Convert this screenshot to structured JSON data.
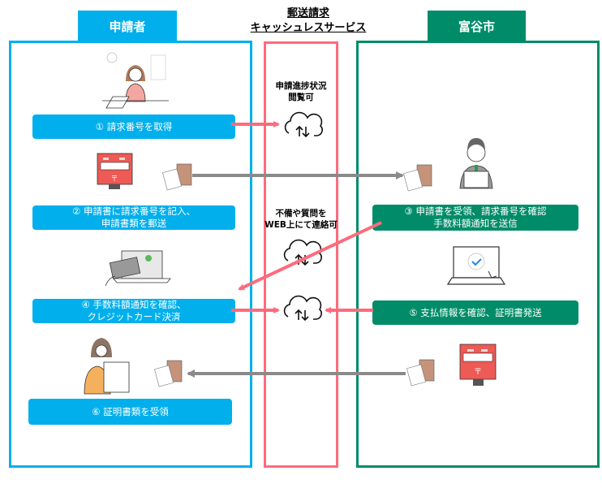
{
  "applicant": {
    "tab_label": "申請者"
  },
  "city": {
    "tab_label": "富谷市"
  },
  "service": {
    "title_line1": "郵送請求",
    "title_line2": "キャッシュレスサービス"
  },
  "notes": {
    "progress_line1": "申請進捗状況",
    "progress_line2": "閲覧可",
    "contact_line1": "不備や質問を",
    "contact_line2": "WEB上にて連絡可"
  },
  "steps": [
    {
      "id": 1,
      "line1": "①  請求番号を取得",
      "line2": ""
    },
    {
      "id": 2,
      "line1": "②  申請書に請求番号を記入、",
      "line2": "申請書類を郵送"
    },
    {
      "id": 3,
      "line1": "③  申請書を受領、請求番号を確認",
      "line2": "手数料額通知を送信"
    },
    {
      "id": 4,
      "line1": "④  手数料額通知を確認、",
      "line2": "クレジットカード決済"
    },
    {
      "id": 5,
      "line1": "⑤  支払情報を確認、証明書発送",
      "line2": ""
    },
    {
      "id": 6,
      "line1": "⑥  証明書類を受領",
      "line2": ""
    }
  ],
  "colors": {
    "applicant": "#00afec",
    "service": "#fd6b7c",
    "city": "#008c69",
    "mail_arrow": "#8a8a8a"
  }
}
